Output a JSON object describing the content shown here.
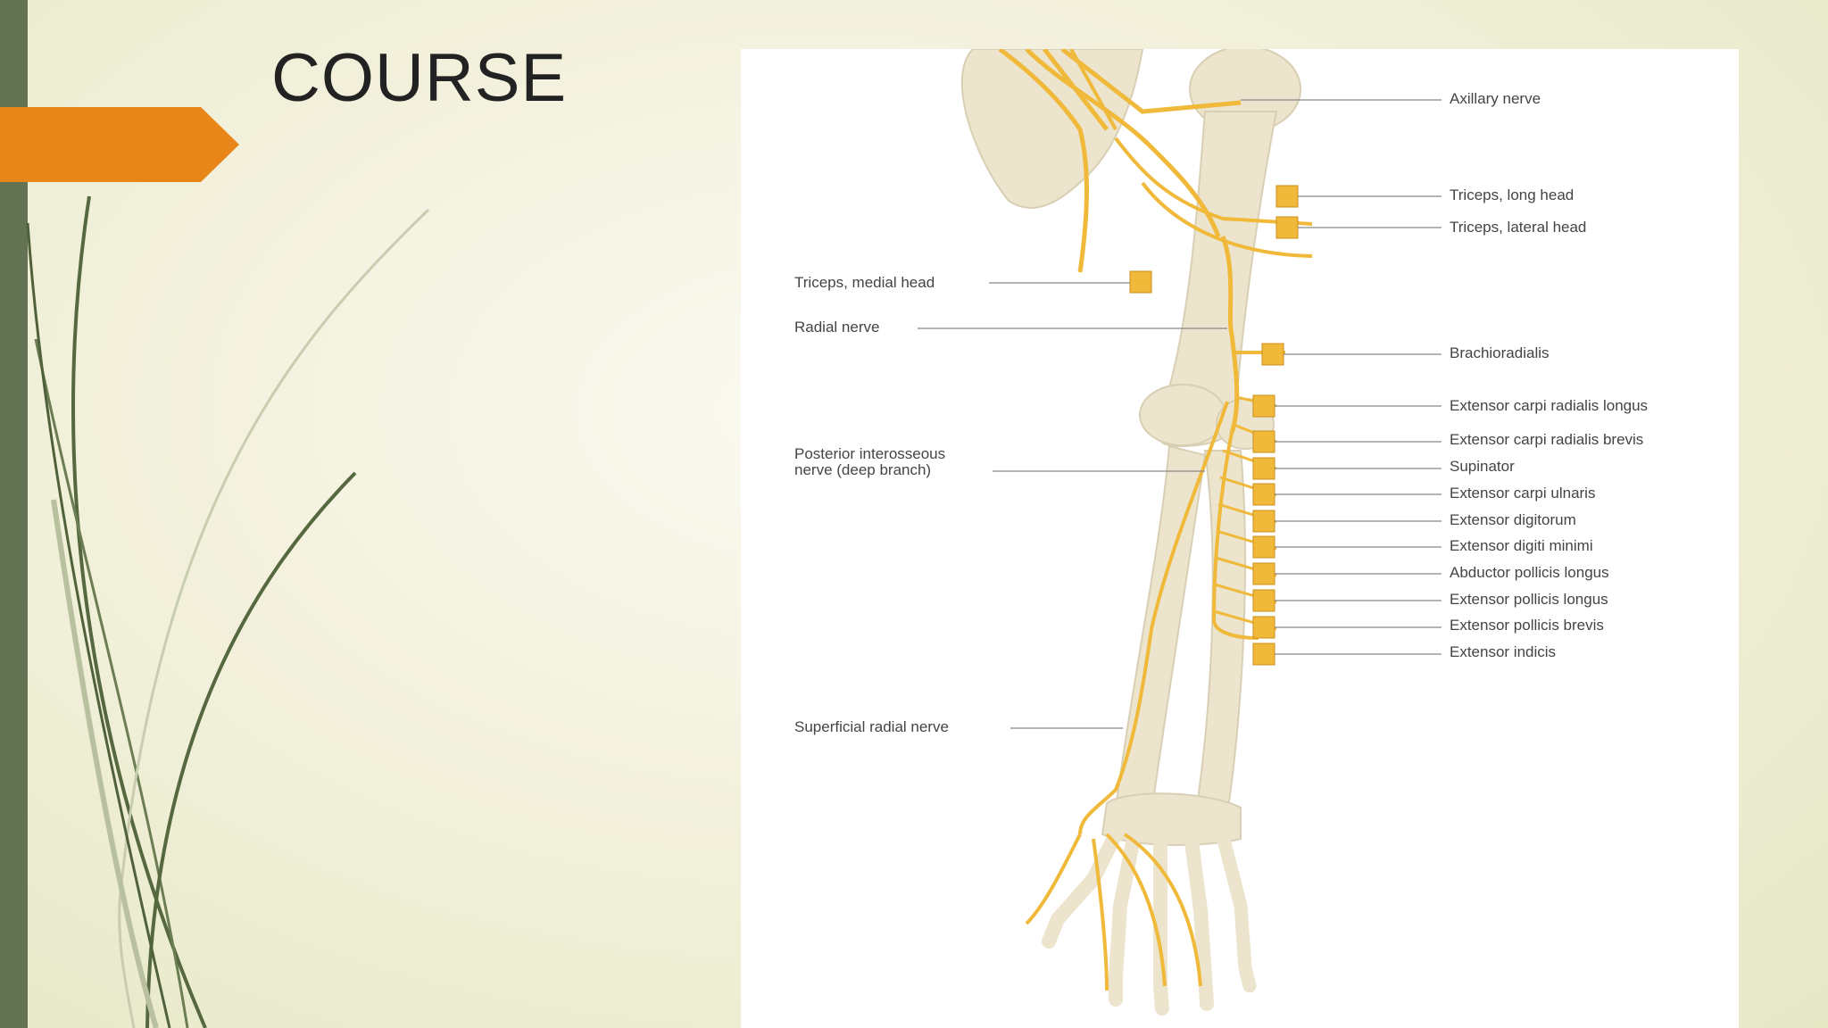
{
  "slide": {
    "title": "COURSE"
  },
  "diagram": {
    "labels_right": [
      "Axillary nerve",
      "Triceps, long head",
      "Triceps, lateral head",
      "Brachioradialis",
      "Extensor carpi radialis longus",
      "Extensor carpi radialis brevis",
      "Supinator",
      "Extensor carpi ulnaris",
      "Extensor digitorum",
      "Extensor digiti minimi",
      "Abductor pollicis longus",
      "Extensor pollicis longus",
      "Extensor pollicis brevis",
      "Extensor indicis"
    ],
    "labels_left": {
      "triceps_medial": "Triceps, medial head",
      "radial_nerve": "Radial nerve",
      "posterior_interosseous_1": "Posterior interosseous",
      "posterior_interosseous_2": "nerve  (deep branch)",
      "superficial_radial": "Superficial radial nerve"
    }
  },
  "colors": {
    "accent_orange": "#e8861a",
    "side_bar_green": "#627253",
    "nerve_yellow": "#f0b93a",
    "bone": "#ece4cc"
  }
}
